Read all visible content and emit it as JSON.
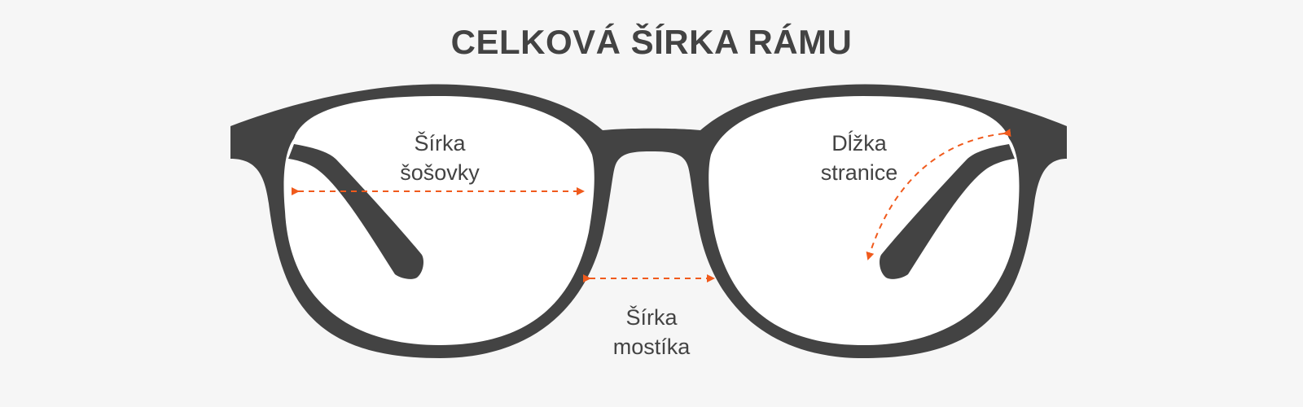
{
  "title": "CELKOVÁ ŠÍRKA RÁMU",
  "labels": {
    "lens_width": [
      "Šírka",
      "šošovky"
    ],
    "temple_length": [
      "Dĺžka",
      "stranice"
    ],
    "bridge_width": [
      "Šírka",
      "mostíka"
    ]
  },
  "colors": {
    "background": "#f6f6f6",
    "frame": "#434343",
    "lens": "#ffffff",
    "arrow": "#f05a1c",
    "text": "#434343"
  }
}
